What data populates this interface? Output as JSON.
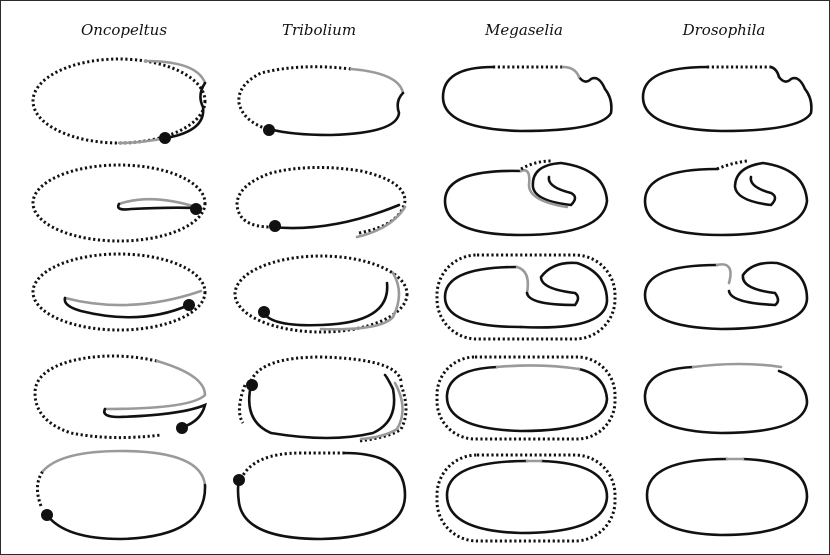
{
  "columns": [
    {
      "title": "Oncopeltus"
    },
    {
      "title": "Tribolium"
    },
    {
      "title": "Megaselia"
    },
    {
      "title": "Drosophila"
    }
  ],
  "colors": {
    "embryo": "#111111",
    "amnion": "#9a9a9a",
    "serosa": "#111111",
    "background": "#ffffff",
    "border": "#2b2b2b"
  },
  "legend_note": "",
  "stages_per_species": 5
}
